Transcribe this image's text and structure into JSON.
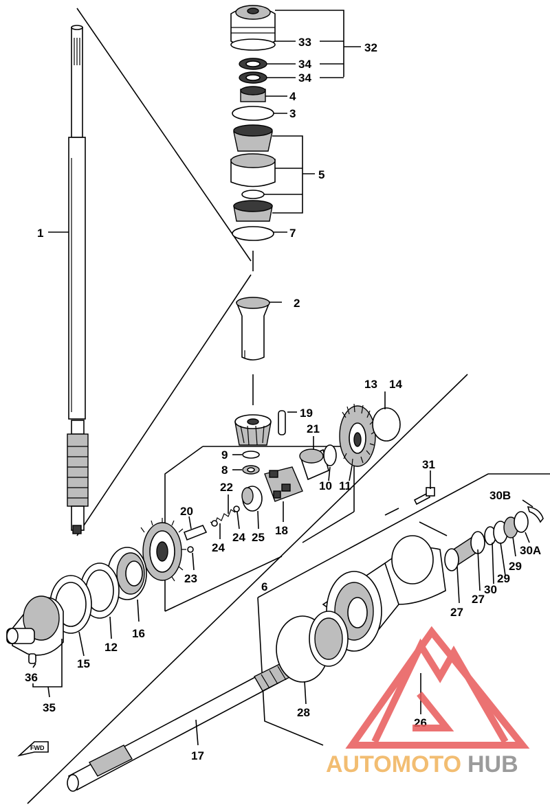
{
  "diagram": {
    "callouts": [
      "1",
      "2",
      "3",
      "4",
      "5",
      "6",
      "7",
      "8",
      "9",
      "10",
      "11",
      "12",
      "13",
      "14",
      "15",
      "16",
      "17",
      "18",
      "19",
      "20",
      "21",
      "22",
      "23",
      "24",
      "24",
      "25",
      "26",
      "27",
      "27",
      "28",
      "29",
      "29",
      "30",
      "30A",
      "30B",
      "31",
      "32",
      "33",
      "34",
      "34",
      "35",
      "36"
    ]
  },
  "labels": {
    "p1": "1",
    "p2": "2",
    "p3": "3",
    "p4": "4",
    "p5": "5",
    "p6": "6",
    "p7": "7",
    "p8": "8",
    "p9": "9",
    "p10": "10",
    "p11": "11",
    "p12": "12",
    "p13": "13",
    "p14": "14",
    "p15": "15",
    "p16": "16",
    "p17": "17",
    "p18": "18",
    "p19": "19",
    "p20": "20",
    "p21": "21",
    "p22": "22",
    "p23": "23",
    "p24a": "24",
    "p24b": "24",
    "p25": "25",
    "p26": "26",
    "p27a": "27",
    "p27b": "27",
    "p28": "28",
    "p29a": "29",
    "p29b": "29",
    "p30": "30",
    "p30a": "30A",
    "p30b": "30B",
    "p31": "31",
    "p32": "32",
    "p33": "33",
    "p34a": "34",
    "p34b": "34",
    "p35": "35",
    "p36": "36"
  },
  "fwd_marker": "FWD",
  "watermark": {
    "text_part1": "AUTOMOTO",
    "text_part2": "HUB",
    "color_logo": "#e85a5a",
    "color_text1": "#f0b25a",
    "color_text2": "#8a8a8a"
  }
}
